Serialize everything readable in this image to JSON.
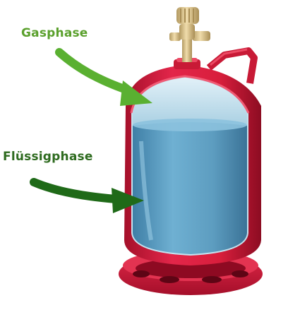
{
  "labels": {
    "gas_phase": "Gasphase",
    "liquid_phase": "Flüssigphase"
  },
  "colors": {
    "gas_label": "#5aa02c",
    "liquid_label": "#2e6b1f",
    "gas_arrow": "#5ab031",
    "liquid_arrow": "#1f6a18",
    "cylinder_red": "#d81e3c",
    "liquid_blue": "#5d9dc0",
    "gas_blue": "#a8cfe2",
    "valve_brass": "#d9c38f"
  },
  "icons": {
    "gas_arrow": "curved-arrow-right",
    "liquid_arrow": "curved-arrow-right",
    "cylinder": "gas-cylinder-cutaway"
  }
}
